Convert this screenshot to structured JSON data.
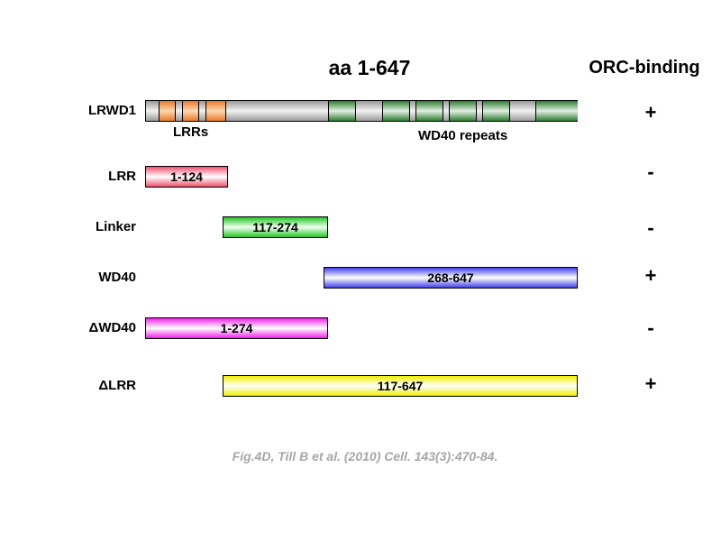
{
  "title": "aa 1-647",
  "orc_header": "ORC-binding",
  "full_length": {
    "label": "LRWD1",
    "lrr_label": "LRRs",
    "wd40_label": "WD40 repeats",
    "orc_binding": "+"
  },
  "constructs": [
    {
      "label": "LRR",
      "range": "1-124",
      "orc_binding": "-",
      "color": "#f0506e"
    },
    {
      "label": "Linker",
      "range": "117-274",
      "orc_binding": "-",
      "color": "#22c622"
    },
    {
      "label": "WD40",
      "range": "268-647",
      "orc_binding": "+",
      "color": "#4040e8"
    },
    {
      "label": "ΔWD40",
      "range": "1-274",
      "orc_binding": "-",
      "color": "#f020e8"
    },
    {
      "label": "ΔLRR",
      "range": "117-647",
      "orc_binding": "+",
      "color": "#f0f000"
    }
  ],
  "citation": "Fig.4D, Till B et al. (2010) Cell. 143(3):470-84."
}
